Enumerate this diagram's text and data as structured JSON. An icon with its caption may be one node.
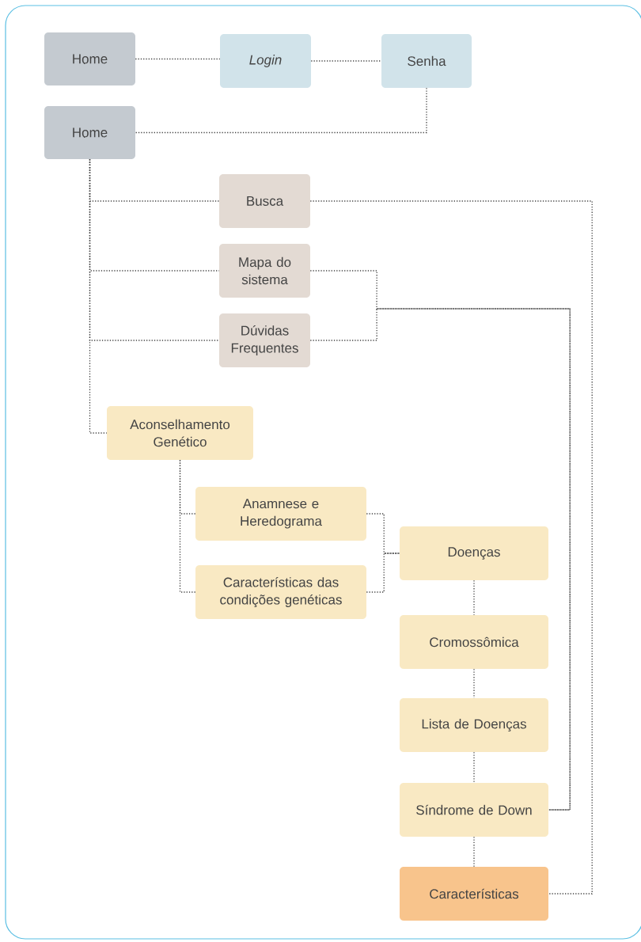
{
  "diagram": {
    "nodes": [
      {
        "text": [
          "Home"
        ]
      },
      {
        "text": [
          "Login"
        ]
      },
      {
        "text": [
          "Senha"
        ]
      },
      {
        "text": [
          "Home"
        ]
      },
      {
        "text": [
          "Busca"
        ]
      },
      {
        "text": [
          "Mapa do sistema"
        ]
      },
      {
        "text": [
          "Dúvidas Frequentes"
        ]
      },
      {
        "text": [
          "Aconselhamento Genético"
        ]
      },
      {
        "text": [
          "Anamnese e Heredograma"
        ]
      },
      {
        "text": [
          "Características das condições genéticas"
        ]
      },
      {
        "text": [
          "Doenças"
        ]
      },
      {
        "text": [
          "Cromossômica"
        ]
      },
      {
        "text": [
          "Lista de Doenças"
        ]
      },
      {
        "text": [
          "Síndrome de Down"
        ]
      },
      {
        "text": [
          "Características"
        ]
      }
    ],
    "edges": [
      {
        "from": 0,
        "to": 1,
        "arrow": "none"
      },
      {
        "from": 1,
        "to": 2,
        "arrow": "none"
      },
      {
        "from": 2,
        "to": 3,
        "arrow": "none"
      },
      {
        "from": 3,
        "to": 4,
        "arrow": "none"
      },
      {
        "from": 3,
        "to": 5,
        "arrow": "none"
      },
      {
        "from": 3,
        "to": 6,
        "arrow": "none"
      },
      {
        "from": 3,
        "to": 7,
        "arrow": "none"
      },
      {
        "from": 4,
        "to": 14,
        "arrow": "none"
      },
      {
        "from": 5,
        "to": 13,
        "arrow": "none"
      },
      {
        "from": 6,
        "to": 13,
        "arrow": "none"
      },
      {
        "from": 7,
        "to": 8,
        "arrow": "none"
      },
      {
        "from": 7,
        "to": 9,
        "arrow": "none"
      },
      {
        "from": 8,
        "to": 10,
        "arrow": "none"
      },
      {
        "from": 9,
        "to": 10,
        "arrow": "none"
      },
      {
        "from": 10,
        "to": 11,
        "arrow": "none"
      },
      {
        "from": 11,
        "to": 12,
        "arrow": "none"
      },
      {
        "from": 12,
        "to": 13,
        "arrow": "none"
      },
      {
        "from": 13,
        "to": 14,
        "arrow": "none"
      }
    ]
  }
}
